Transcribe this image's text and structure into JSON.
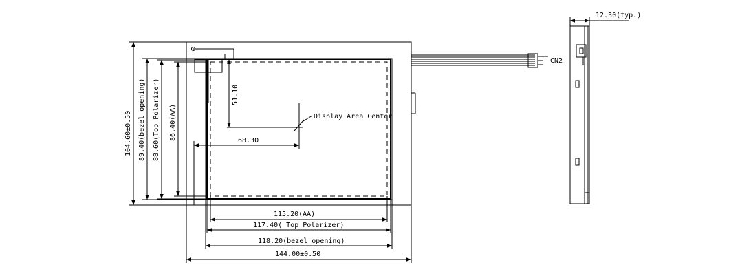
{
  "labels": {
    "typ": "12.30(typ.)",
    "cn2": "CN2",
    "display_center": "Display Area Center",
    "dim_5110": "51.10",
    "dim_6830": "68.30",
    "dim_aa_w": "115.20(AA)",
    "dim_pol_w": "117.40( Top Polarizer)",
    "dim_bezel_w": "118.20(bezel opening)",
    "dim_outer_w": "144.00±0.50",
    "dim_outer_h": "104.60±0.50",
    "dim_bezel_h": "89.40(bezel opening)",
    "dim_pol_h": "88.60(Top Polarizer)",
    "dim_aa_h": "86.40(AA)"
  }
}
